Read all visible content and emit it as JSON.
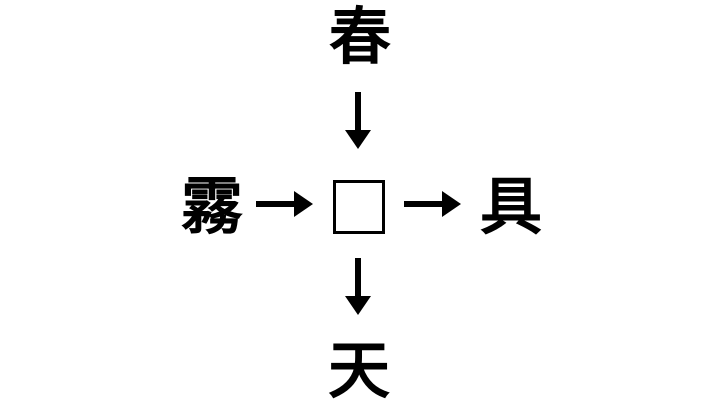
{
  "puzzle": {
    "type": "kanji-association-puzzle",
    "background_color": "#ffffff",
    "ink_color": "#000000",
    "center": {
      "label": "",
      "glyph": "□",
      "description": "empty-answer-square"
    },
    "nodes": [
      {
        "position": "top",
        "character": "春",
        "relation": "feeds-into-center",
        "arrow": "down-arrow"
      },
      {
        "position": "left",
        "character": "霧",
        "relation": "feeds-into-center",
        "arrow": "right-arrow"
      },
      {
        "position": "right",
        "character": "具",
        "relation": "receives-from-center",
        "arrow": "right-arrow"
      },
      {
        "position": "bottom",
        "character": "天",
        "relation": "receives-from-center",
        "arrow": "down-arrow"
      }
    ],
    "arrows": [
      {
        "id": "top-down",
        "glyph": "↓",
        "direction": "down"
      },
      {
        "id": "left-right",
        "glyph": "→",
        "direction": "right"
      },
      {
        "id": "right-right",
        "glyph": "→",
        "direction": "right"
      },
      {
        "id": "bottom-down",
        "glyph": "↓",
        "direction": "down"
      }
    ]
  }
}
